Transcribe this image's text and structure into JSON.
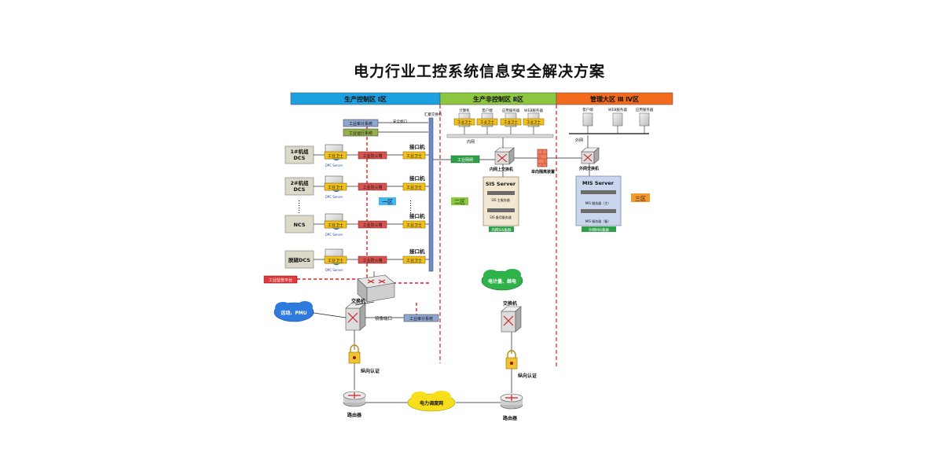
{
  "title": "电力行业工控系统信息安全解决方案",
  "zones": {
    "zone1": {
      "label": "生产控制区 Ⅰ区",
      "color": "#1ba1e2"
    },
    "zone2": {
      "label": "生产非控制区 Ⅱ区",
      "color": "#8dc63f"
    },
    "zone3": {
      "label": "管理大区 Ⅲ Ⅳ区",
      "color": "#f26b1d"
    }
  },
  "zone_tags": {
    "zone1": "一区",
    "zone2": "二区",
    "zone3": "三区"
  },
  "zone1": {
    "audit_system": "工业审计系统",
    "ops_system": "工业运行系统",
    "security_port": "安全端口",
    "convergence_switch": "汇聚交换机",
    "units": [
      {
        "name": "1#机组\nDCS",
        "server": "OPC Server",
        "guard": "工业卫士",
        "firewall": "工业防火墙",
        "interface": "接口机",
        "iguard": "工业卫士"
      },
      {
        "name": "2#机组\nDCS",
        "server": "OPC Server",
        "guard": "工业卫士",
        "firewall": "工业防火墙",
        "interface": "接口机",
        "iguard": "工业卫士"
      },
      {
        "name": "NCS",
        "server": "OPC Server",
        "guard": "工业卫士",
        "firewall": "工业防火墙",
        "interface": "接口机",
        "iguard": "工业卫士"
      },
      {
        "name": "脱硫DCS",
        "server": "OPC Server",
        "guard": "工业卫士",
        "firewall": "工业防火墙",
        "interface": "接口机",
        "iguard": "工业卫士"
      }
    ],
    "mgmt_platform": "工业监管平台",
    "switch": "交换机",
    "remote": "远动、PMU",
    "mirror_port": "镜像端口",
    "audit_system2": "工业审计系统",
    "auth": "纵向认证",
    "router": "路由器"
  },
  "zone2": {
    "clients": [
      "计算机",
      "客户端",
      "应用服务器",
      "WEB服务器"
    ],
    "client_guard": "工业卫士",
    "intranet": "内网",
    "gateway": "工业网闸",
    "core_switch": "内网上交换机",
    "sis_title": "SIS Server",
    "sis_rows": [
      "SIS 主服务器",
      "SIS 备用服务器"
    ],
    "sis_footer": "内网SIS集群",
    "isolation": "单向隔离装置",
    "energy": "电计量、继电",
    "switch": "交换机",
    "auth": "纵向认证",
    "router": "路由器"
  },
  "zone3": {
    "clients": [
      "客户端",
      "WEB服务器",
      "应用服务器"
    ],
    "extranet": "外网",
    "ext_switch": "外网交换机",
    "mis_title": "MIS Server",
    "mis_rows": [
      "MIS 服务器（主）",
      "MIS 服务器（备）"
    ],
    "mis_footer": "外网MIS集群"
  },
  "dispatch": "电力调度网",
  "ellipsis": "……"
}
